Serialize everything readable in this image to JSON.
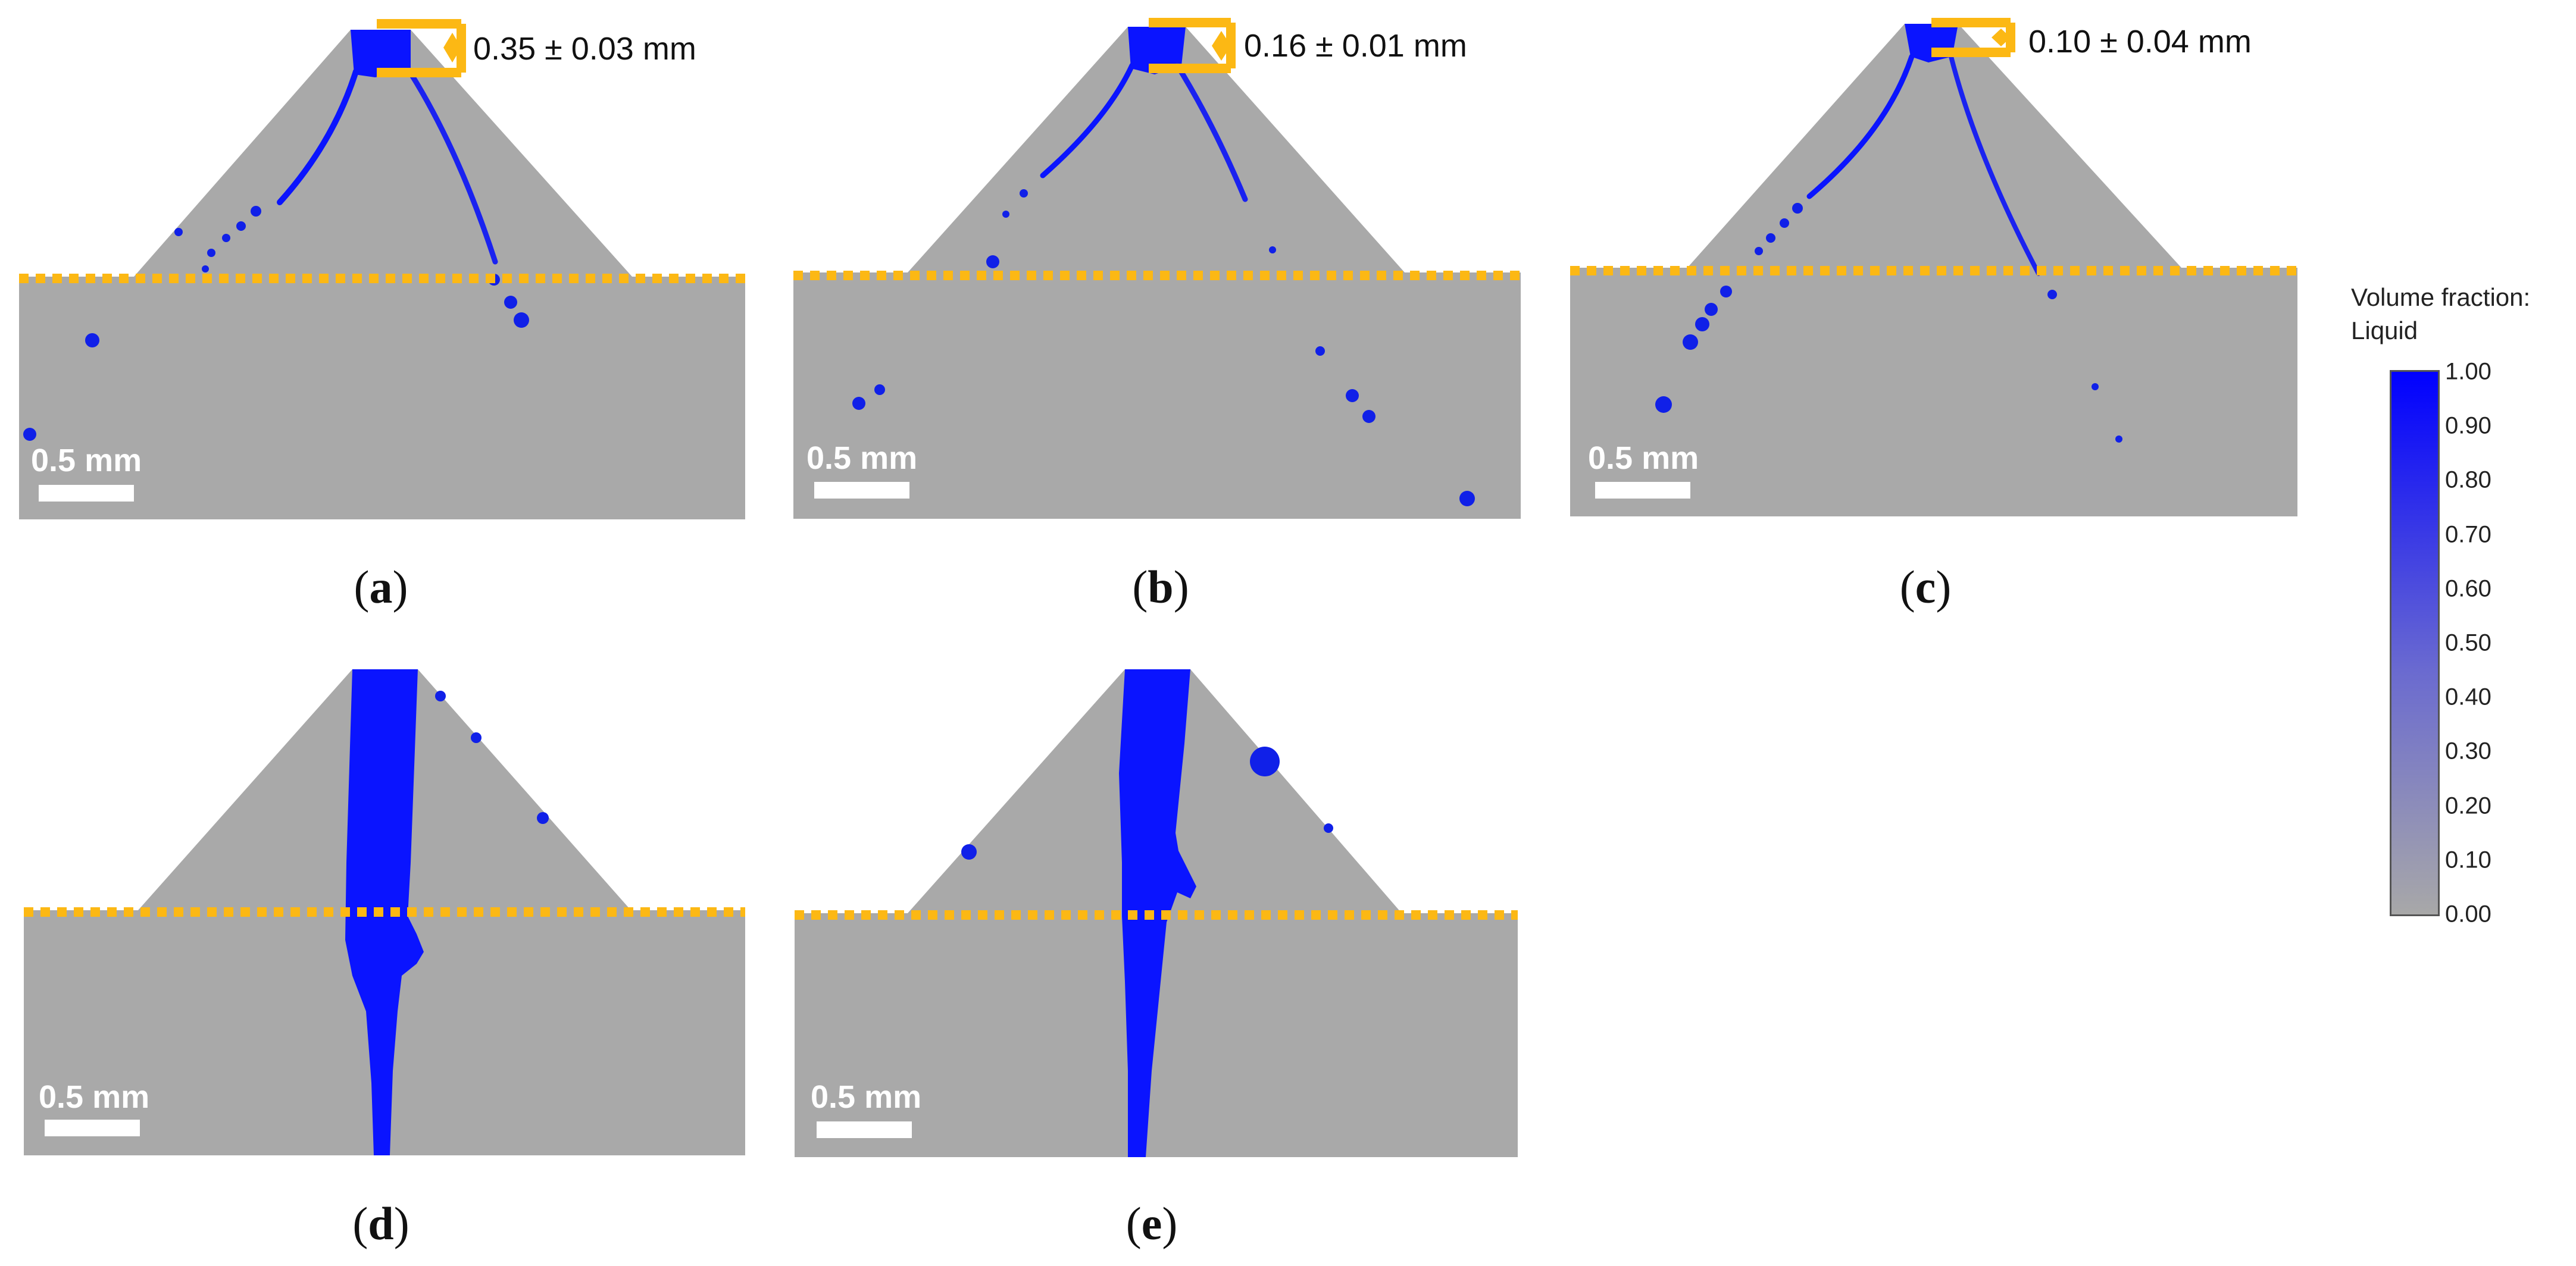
{
  "panels": [
    {
      "id": "a",
      "caption": "a",
      "scale_label": "0.5 mm",
      "gap_label": "0.35 ± 0.03  mm"
    },
    {
      "id": "b",
      "caption": "b",
      "scale_label": "0.5 mm",
      "gap_label": "0.16 ± 0.01  mm"
    },
    {
      "id": "c",
      "caption": "c",
      "scale_label": "0.5 mm",
      "gap_label": "0.10 ± 0.04  mm"
    },
    {
      "id": "d",
      "caption": "d",
      "scale_label": "0.5 mm"
    },
    {
      "id": "e",
      "caption": "e",
      "scale_label": "0.5 mm"
    }
  ],
  "legend": {
    "title_line1": "Volume fraction:",
    "title_line2": "Liquid",
    "ticks": [
      "1.00",
      "0.90",
      "0.80",
      "0.70",
      "0.60",
      "0.50",
      "0.40",
      "0.30",
      "0.20",
      "0.10",
      "0.00"
    ],
    "color_top": "#0000ff",
    "color_bottom": "#a8a8a8"
  },
  "colors": {
    "domain_gray": "#a9a9a9",
    "liquid_blue": "#0a14ff",
    "interface_dash": "#fcb814",
    "scalebar": "#ffffff"
  }
}
